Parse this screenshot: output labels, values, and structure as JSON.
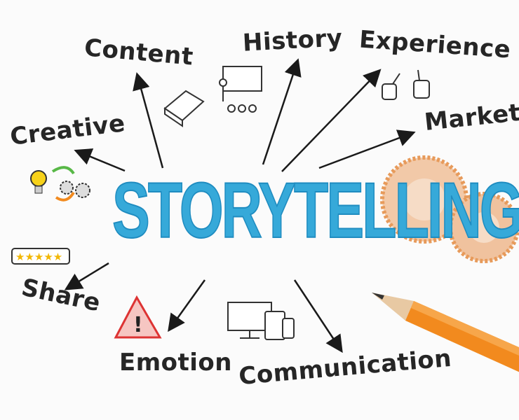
{
  "center_label": "STORYTELLING",
  "branches": {
    "content": "Content",
    "history": "History",
    "experience": "Experience",
    "creative": "Creative",
    "market": "Market",
    "share": "Share",
    "emotion": "Emotion",
    "communication": "Communication"
  },
  "colors": {
    "accent": "#36a9d9",
    "text": "#262626",
    "pencil": "#f28a1e",
    "shavings": "#f2c9a8"
  }
}
